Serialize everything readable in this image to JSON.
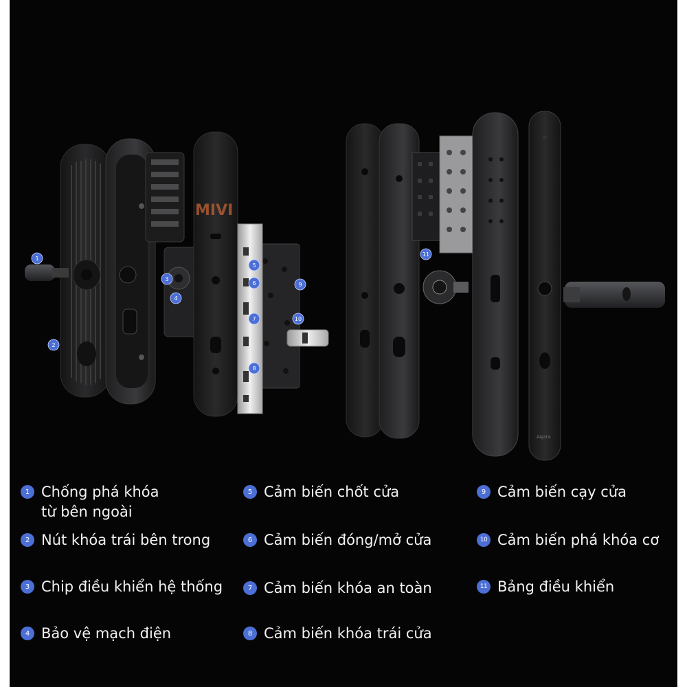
{
  "colors": {
    "background": "#050505",
    "badge": "#4c6fd6",
    "label_text": "#f2f2f2",
    "panel_dark": "#202020",
    "panel_mid": "#2d2d2f",
    "metal": "#d8d8d8"
  },
  "watermark": "MIVI",
  "brand_mark": "Aqara",
  "legend": [
    {
      "num": "1",
      "text": "Chống phá khóa\ntừ bên ngoài"
    },
    {
      "num": "2",
      "text": "Nút khóa trái bên trong"
    },
    {
      "num": "3",
      "text": "Chip điều khiển hệ thống"
    },
    {
      "num": "4",
      "text": "Bảo vệ mạch điện"
    },
    {
      "num": "5",
      "text": "Cảm biến chốt cửa"
    },
    {
      "num": "6",
      "text": "Cảm biến đóng/mở cửa"
    },
    {
      "num": "7",
      "text": "Cảm biến khóa an toàn"
    },
    {
      "num": "8",
      "text": "Cảm biến khóa trái cửa"
    },
    {
      "num": "9",
      "text": "Cảm biến cạy cửa"
    },
    {
      "num": "10",
      "text": "Cảm biến phá khóa cơ"
    },
    {
      "num": "11",
      "text": "Bảng điều khiển"
    }
  ],
  "callouts": [
    {
      "num": "1"
    },
    {
      "num": "2"
    },
    {
      "num": "3"
    },
    {
      "num": "4"
    },
    {
      "num": "5"
    },
    {
      "num": "6"
    },
    {
      "num": "7"
    },
    {
      "num": "8"
    },
    {
      "num": "9"
    },
    {
      "num": "10"
    },
    {
      "num": "11"
    }
  ]
}
